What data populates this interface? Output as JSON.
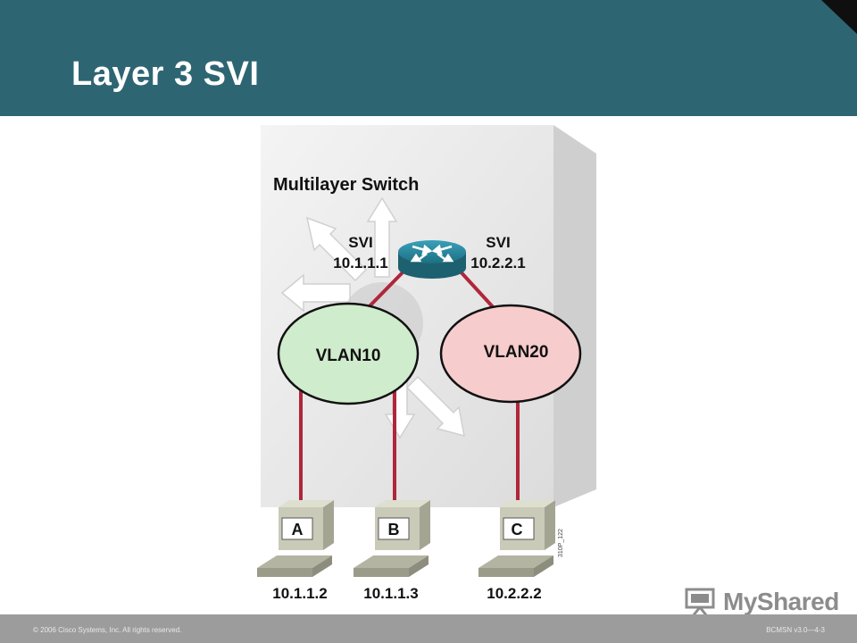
{
  "slide": {
    "title": "Layer 3 SVI"
  },
  "diagram": {
    "switch_label": "Multilayer Switch",
    "svi_left": {
      "label": "SVI",
      "ip": "10.1.1.1"
    },
    "svi_right": {
      "label": "SVI",
      "ip": "10.2.2.1"
    },
    "vlans": [
      {
        "name": "VLAN10",
        "fill": "#cfeccc"
      },
      {
        "name": "VLAN20",
        "fill": "#f7cccd"
      }
    ],
    "hosts": [
      {
        "label": "A",
        "ip": "10.1.1.2"
      },
      {
        "label": "B",
        "ip": "10.1.1.3"
      },
      {
        "label": "C",
        "ip": "10.2.2.2"
      }
    ],
    "figure_code": "310P_122",
    "link_color": "#b0263a"
  },
  "footer": {
    "copyright": "© 2006 Cisco Systems, Inc. All rights reserved.",
    "course_id": "BCMSN v3.0—4-3"
  },
  "watermark": {
    "text": "MyShared",
    "icon": "presentation-board-icon"
  }
}
